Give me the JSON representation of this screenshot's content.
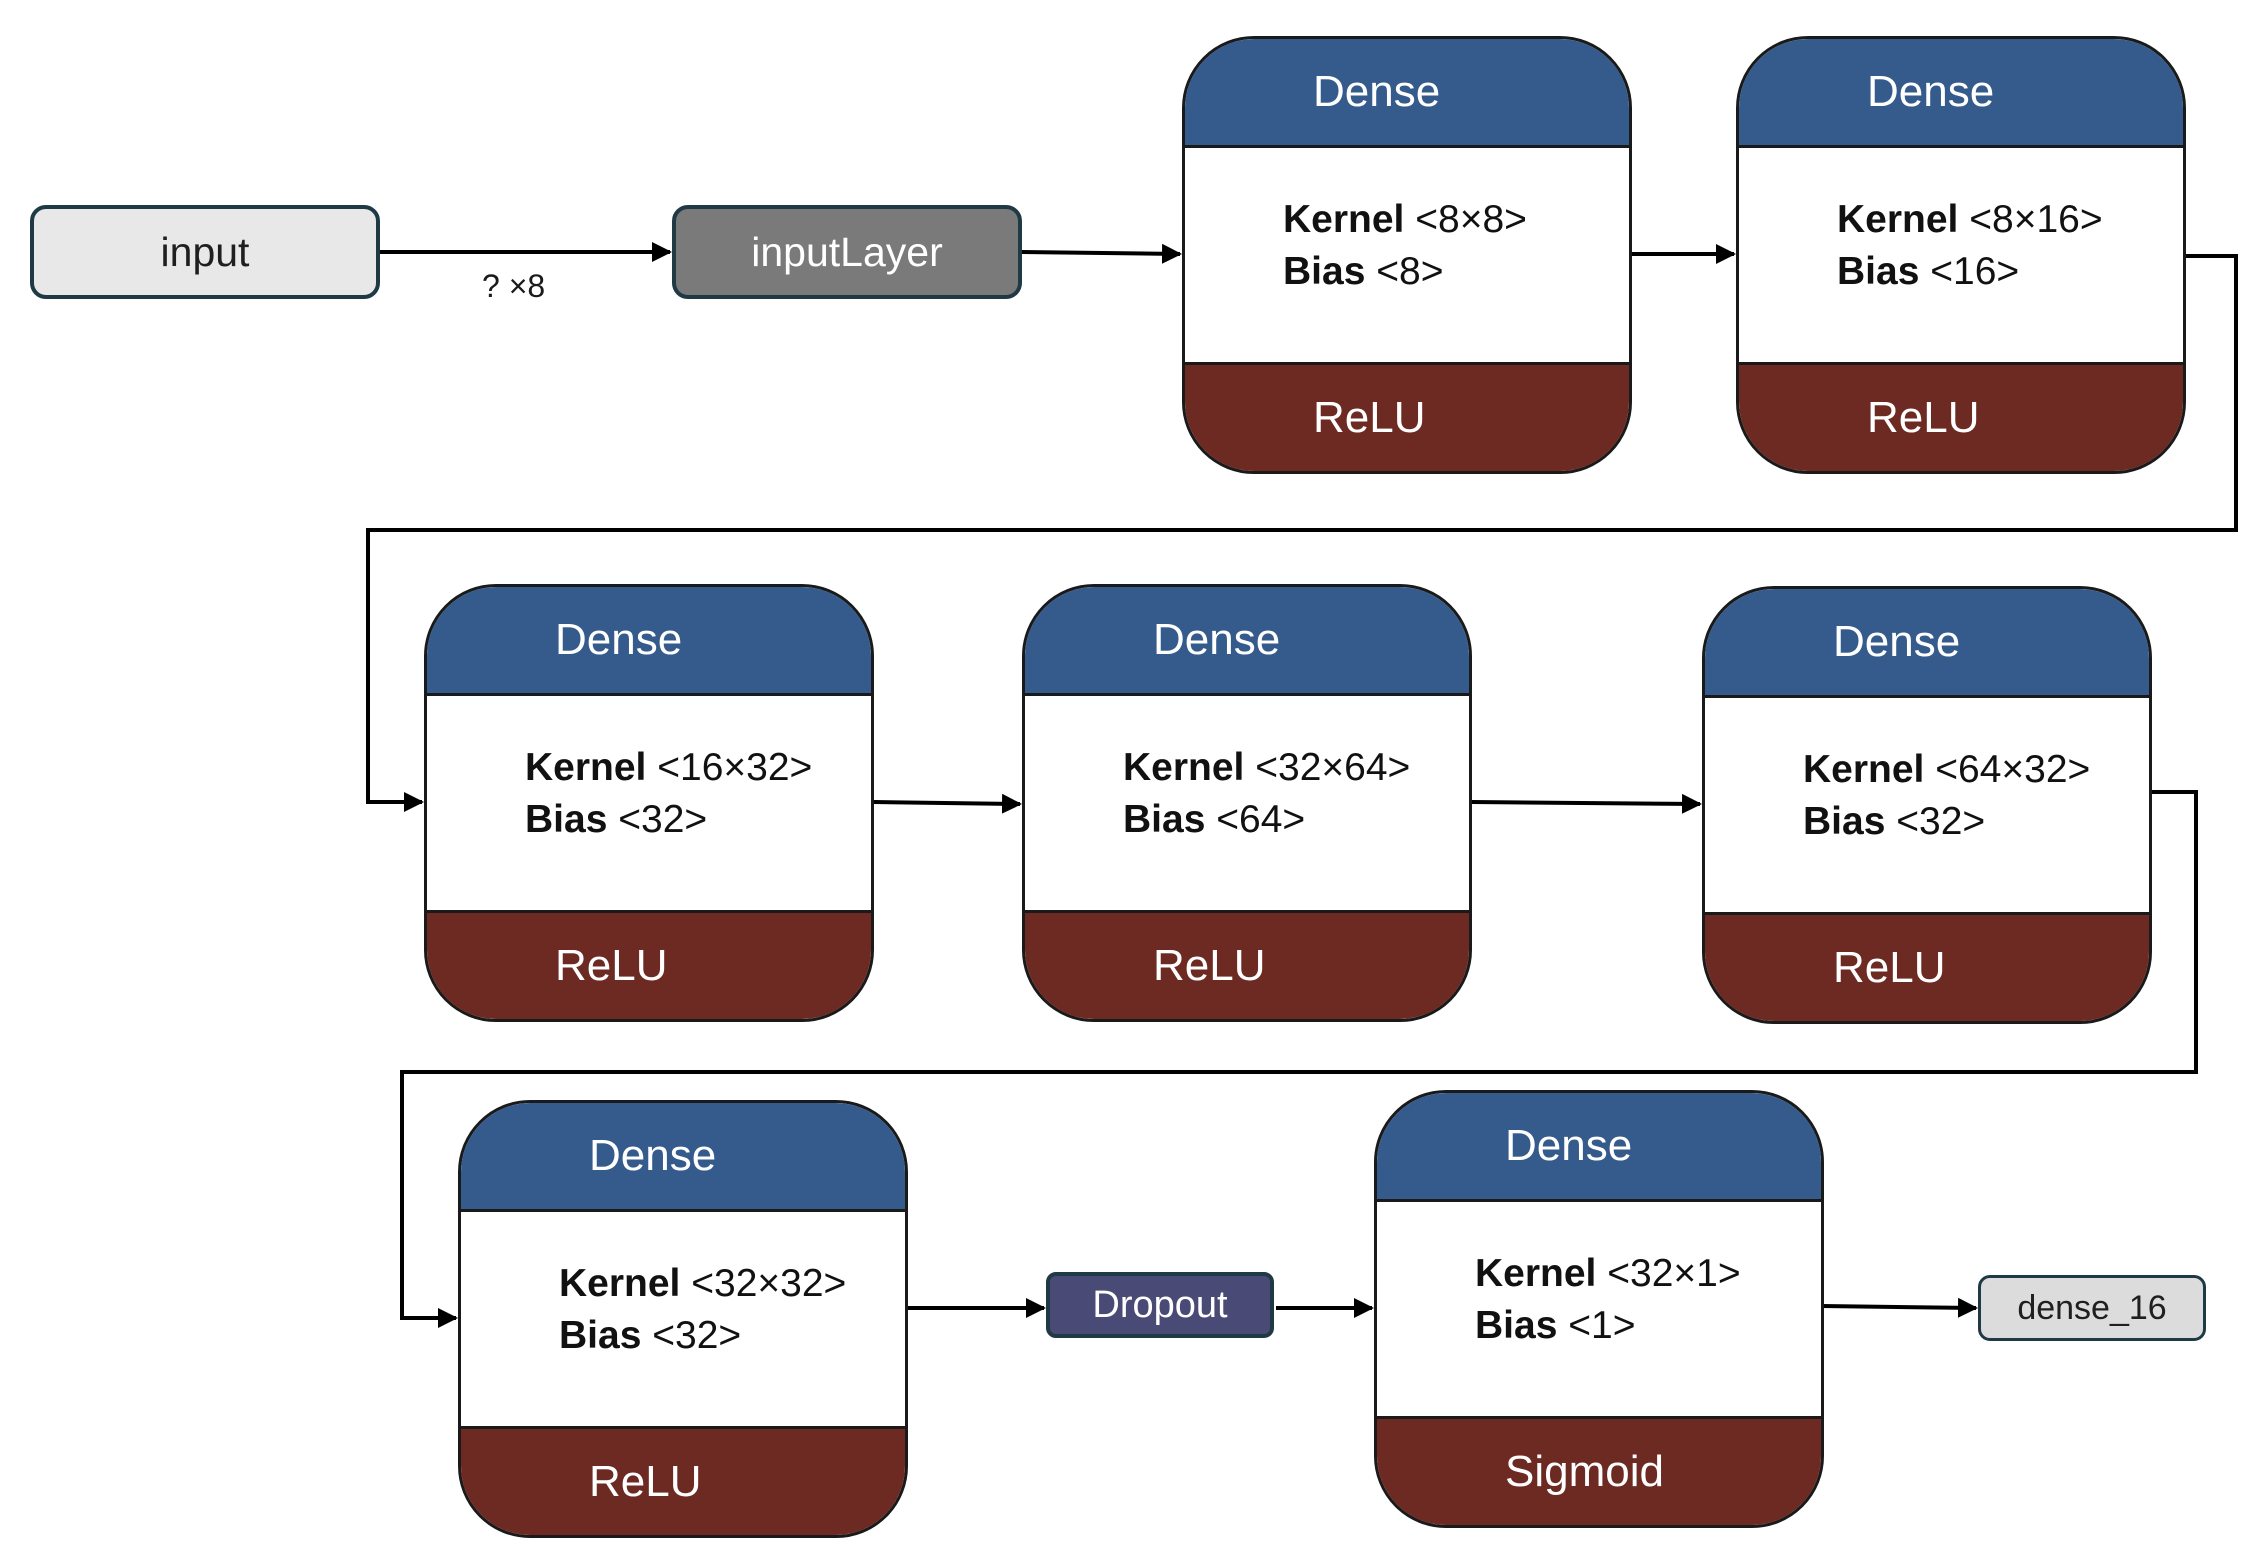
{
  "nodes": {
    "input": "input",
    "input_layer": "inputLayer",
    "dropout": "Dropout",
    "output": "dense_16"
  },
  "edge_label": "? ×8",
  "dense_layers": [
    {
      "title": "Dense",
      "kernel_label": "Kernel",
      "kernel_shape": "<8×8>",
      "bias_label": "Bias",
      "bias_shape": "<8>",
      "activation": "ReLU"
    },
    {
      "title": "Dense",
      "kernel_label": "Kernel",
      "kernel_shape": "<8×16>",
      "bias_label": "Bias",
      "bias_shape": "<16>",
      "activation": "ReLU"
    },
    {
      "title": "Dense",
      "kernel_label": "Kernel",
      "kernel_shape": "<16×32>",
      "bias_label": "Bias",
      "bias_shape": "<32>",
      "activation": "ReLU"
    },
    {
      "title": "Dense",
      "kernel_label": "Kernel",
      "kernel_shape": "<32×64>",
      "bias_label": "Bias",
      "bias_shape": "<64>",
      "activation": "ReLU"
    },
    {
      "title": "Dense",
      "kernel_label": "Kernel",
      "kernel_shape": "<64×32>",
      "bias_label": "Bias",
      "bias_shape": "<32>",
      "activation": "ReLU"
    },
    {
      "title": "Dense",
      "kernel_label": "Kernel",
      "kernel_shape": "<32×32>",
      "bias_label": "Bias",
      "bias_shape": "<32>",
      "activation": "ReLU"
    },
    {
      "title": "Dense",
      "kernel_label": "Kernel",
      "kernel_shape": "<32×1>",
      "bias_label": "Bias",
      "bias_shape": "<1>",
      "activation": "Sigmoid"
    }
  ],
  "colors": {
    "dense_header": "#355b8d",
    "activation_footer": "#6d2a23",
    "dropout_fill": "#4a4a76",
    "input_layer_fill": "#7a7a7a",
    "input_fill": "#e8e8e8",
    "output_fill": "#dcdcdc"
  }
}
